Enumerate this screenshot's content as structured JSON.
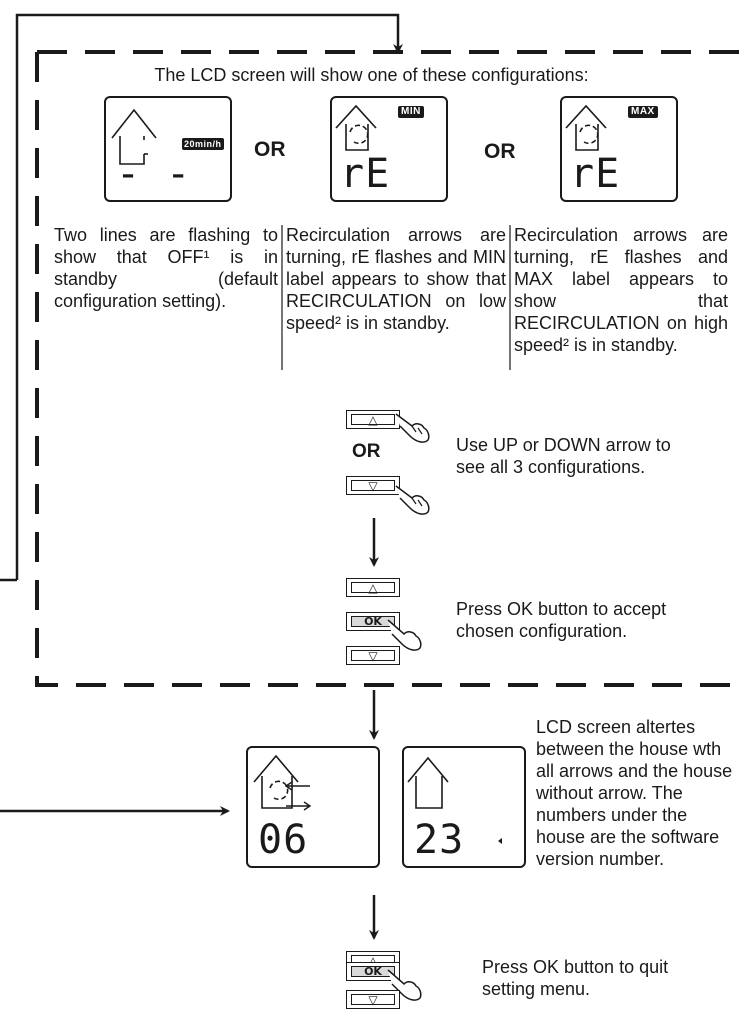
{
  "header": "The LCD screen will show one of these configurations:",
  "or_label": "OR",
  "configs": [
    {
      "badge": "20min/h",
      "display": "- -",
      "description": "Two lines are flashing to show that OFF¹ is in standby (default configuration setting)."
    },
    {
      "badge": "MIN",
      "display": "rE",
      "description": "Recirculation arrows are turning, rE flashes and MIN label appears to show that RECIRCULATION on low speed² is in standby."
    },
    {
      "badge": "MAX",
      "display": "rE",
      "description": "Recirculation arrows are turning, rE flashes and MAX label appears to show that RECIRCULATION on high speed² is in standby."
    }
  ],
  "steps": {
    "arrows_or": "OR",
    "arrows_text": "Use UP or DOWN arrow to see all 3 configurations.",
    "ok_label": "OK",
    "accept_text": "Press OK button to accept chosen configuration.",
    "version_text": "LCD screen altertes between the house wth all arrows and the house without arrow. The numbers under the house are the software version number.",
    "version_a": "06",
    "version_b": "23",
    "quit_text": "Press OK button to quit setting menu."
  },
  "icons": {
    "up": "up-arrow-icon",
    "down": "down-arrow-icon",
    "hand": "pointing-hand-icon",
    "house": "house-icon",
    "recirculation": "recirculation-arrows-icon"
  }
}
